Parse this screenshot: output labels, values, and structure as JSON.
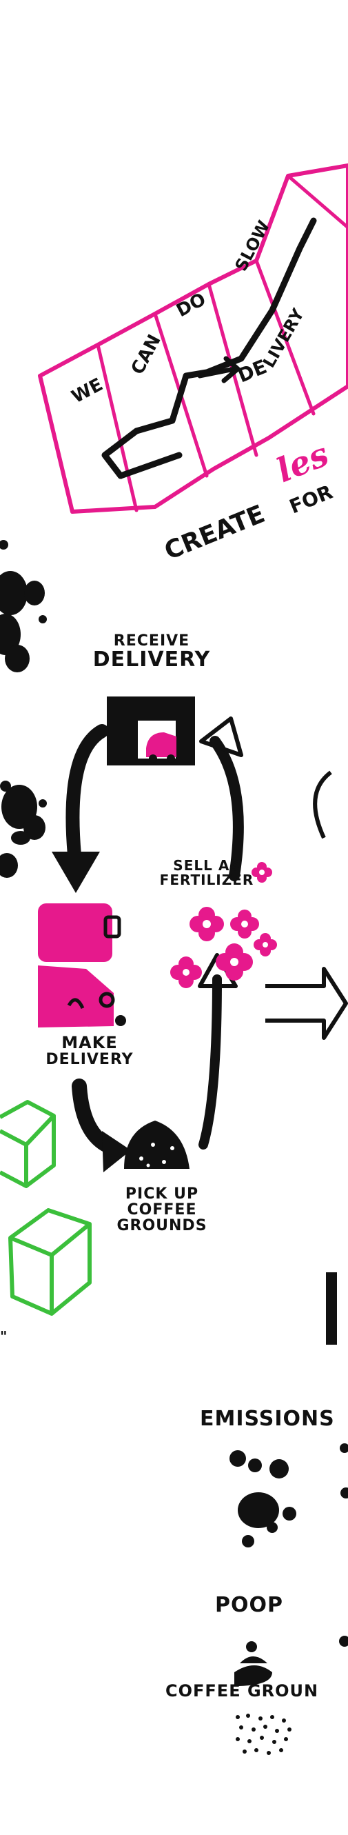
{
  "colors": {
    "ink": "#111111",
    "accent": "#e6198c",
    "green": "#3bbf3b",
    "paper": "#ffffff"
  },
  "map": {
    "words": [
      "WE",
      "CAN",
      "DO",
      "SLOW",
      "DE",
      "LIVERY"
    ]
  },
  "create": {
    "text": "CREATE",
    "script": "les",
    "for": "FOR"
  },
  "cycle": {
    "receive": [
      "RECEIVE",
      "DELIVERY"
    ],
    "fertilizer": [
      "SELL AS",
      "FERTILIZER"
    ],
    "make": [
      "MAKE",
      "DELIVERY"
    ],
    "pickup": [
      "PICK UP",
      "COFFEE",
      "GROUNDS"
    ]
  },
  "outputs": {
    "emissions": "EMISSIONS",
    "poop": "POOP",
    "coffee": "COFFEE GROUN"
  },
  "icons": [
    "map-icon",
    "store-icon",
    "truck-icon",
    "flower-icon",
    "coffee-pile-icon",
    "emission-cloud-icon",
    "poop-icon",
    "green-cube-icon",
    "arrow-icon"
  ]
}
